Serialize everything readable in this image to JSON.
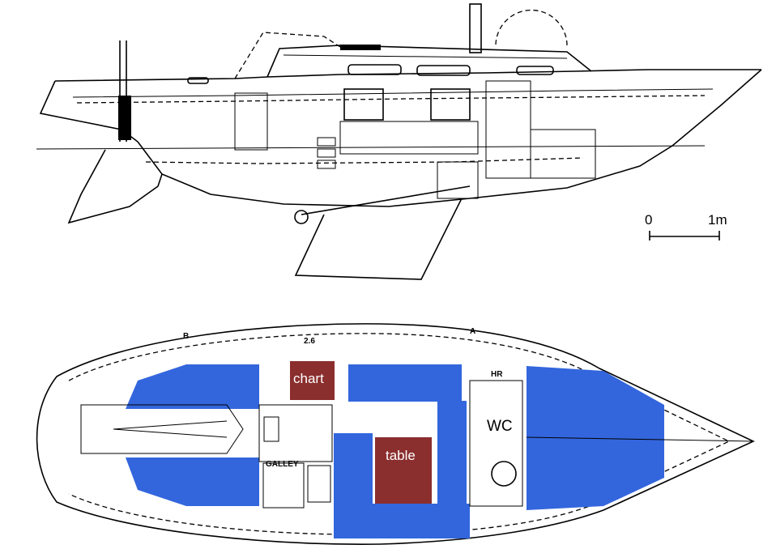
{
  "colors": {
    "berth": "#3366dd",
    "furniture": "#8b2e2e",
    "ink": "#000000",
    "paper": "#ffffff"
  },
  "scale_bar": {
    "start_label": "0",
    "end_label": "1m"
  },
  "section_marks": {
    "aft": "B",
    "fwd": "A"
  },
  "labels": {
    "chart": "chart",
    "table": "table",
    "wc": "WC",
    "galley": "GALLEY",
    "hanging_locker": "HR",
    "small_text": "2.6"
  }
}
